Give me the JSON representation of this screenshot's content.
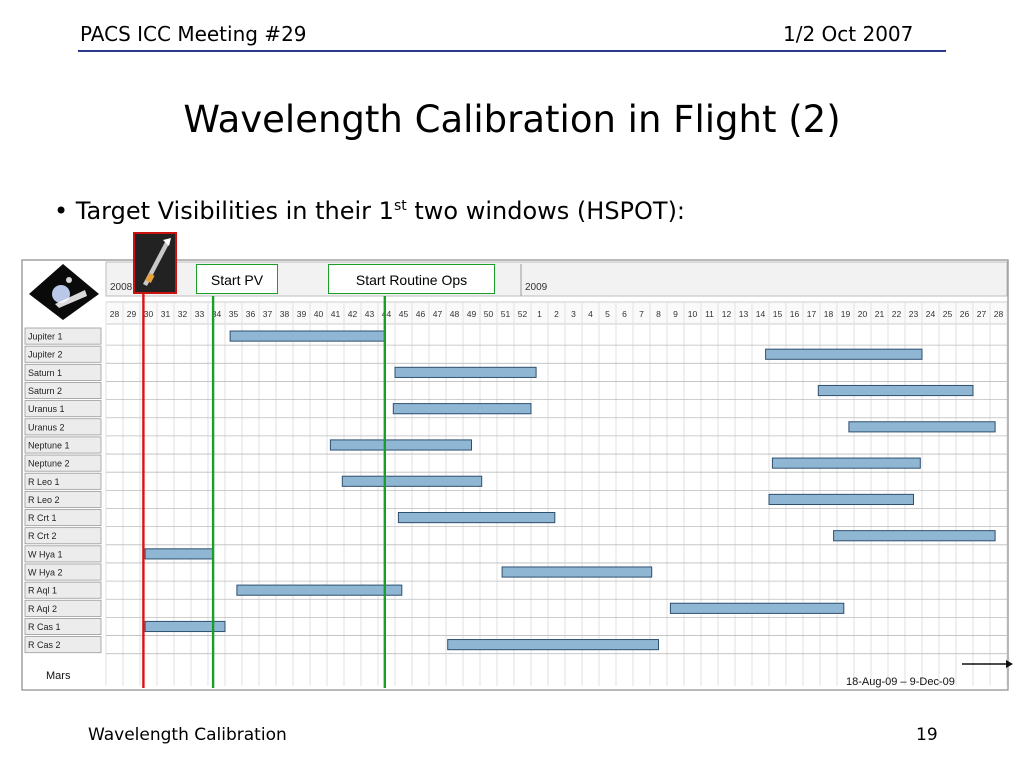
{
  "header": {
    "left": "PACS ICC Meeting #29",
    "right": "1/2 Oct 2007"
  },
  "slide": {
    "title": "Wavelength Calibration in Flight (2)",
    "bullet_prefix": "• Target Visibilities in their 1",
    "bullet_sup": "st",
    "bullet_suffix": " two windows (HSPOT):"
  },
  "footer": {
    "left": "Wavelength Calibration",
    "page": "19"
  },
  "chart_data": {
    "type": "gantt",
    "year_labels": [
      "2008",
      "2009"
    ],
    "x_ticks": [
      "28",
      "29",
      "30",
      "31",
      "32",
      "33",
      "34",
      "35",
      "36",
      "37",
      "38",
      "39",
      "40",
      "41",
      "42",
      "43",
      "44",
      "45",
      "46",
      "47",
      "48",
      "49",
      "50",
      "51",
      "52",
      "1",
      "2",
      "3",
      "4",
      "5",
      "6",
      "7",
      "8",
      "9",
      "10",
      "11",
      "12",
      "13",
      "14",
      "15",
      "16",
      "17",
      "18",
      "19",
      "20",
      "21",
      "22",
      "23",
      "24",
      "25",
      "26",
      "27",
      "28"
    ],
    "rows": [
      "Jupiter 1",
      "Jupiter 2",
      "Saturn 1",
      "Saturn 2",
      "Uranus 1",
      "Uranus 2",
      "Neptune 1",
      "Neptune 2",
      "R Leo 1",
      "R Leo 2",
      "R Crt 1",
      "R Crt 2",
      "W Hya 1",
      "W Hya 2",
      "R Aql 1",
      "R Aql 2",
      "R Cas 1",
      "R Cas 2"
    ],
    "bars": [
      {
        "row": 0,
        "start": 7.3,
        "end": 16.4
      },
      {
        "row": 1,
        "start": 38.8,
        "end": 48.0
      },
      {
        "row": 2,
        "start": 17.0,
        "end": 25.3
      },
      {
        "row": 3,
        "start": 41.9,
        "end": 51.0
      },
      {
        "row": 4,
        "start": 16.9,
        "end": 25.0
      },
      {
        "row": 5,
        "start": 43.7,
        "end": 52.3
      },
      {
        "row": 6,
        "start": 13.2,
        "end": 21.5
      },
      {
        "row": 7,
        "start": 39.2,
        "end": 47.9
      },
      {
        "row": 8,
        "start": 13.9,
        "end": 22.1
      },
      {
        "row": 9,
        "start": 39.0,
        "end": 47.5
      },
      {
        "row": 10,
        "start": 17.2,
        "end": 26.4
      },
      {
        "row": 11,
        "start": 42.8,
        "end": 52.3
      },
      {
        "row": 12,
        "start": 2.3,
        "end": 6.3
      },
      {
        "row": 13,
        "start": 23.3,
        "end": 32.1
      },
      {
        "row": 14,
        "start": 7.7,
        "end": 17.4
      },
      {
        "row": 15,
        "start": 33.2,
        "end": 43.4
      },
      {
        "row": 16,
        "start": 2.3,
        "end": 7.0
      },
      {
        "row": 17,
        "start": 20.1,
        "end": 32.5
      }
    ],
    "markers": [
      {
        "label": "Mars",
        "pos": 2.2,
        "color": "#dd1111"
      },
      {
        "label": "Start PV",
        "pos": 6.3,
        "color": "#1a9e2a"
      },
      {
        "label": "Start Routine Ops",
        "pos": 16.4,
        "color": "#1a9e2a"
      }
    ],
    "range_note": "18-Aug-09 – 9-Dec-09",
    "bar_color": "#8fb6d3",
    "bar_stroke": "#2f4f6f"
  }
}
